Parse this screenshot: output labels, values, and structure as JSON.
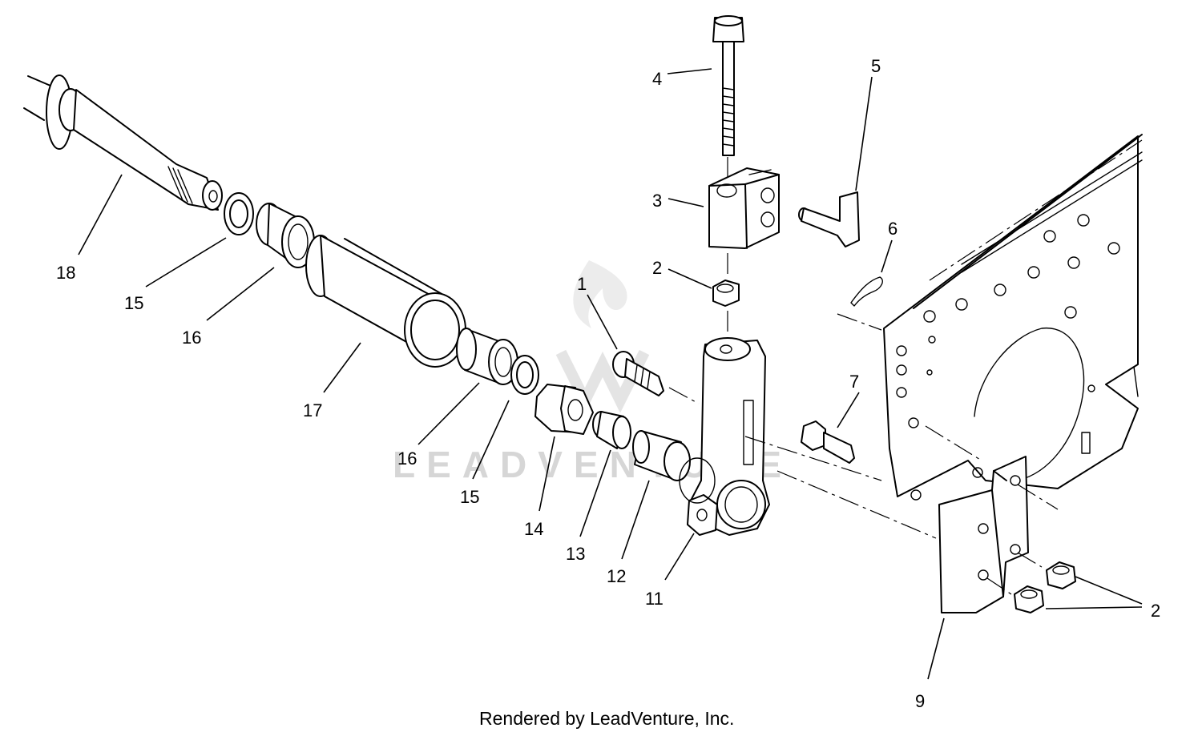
{
  "watermark": {
    "text": "LEADVENTURE",
    "color": "#d6d6d6"
  },
  "footer": {
    "text": "Rendered by LeadVenture, Inc."
  },
  "callouts": [
    {
      "id": "c1",
      "text": "1"
    },
    {
      "id": "c2a",
      "text": "2"
    },
    {
      "id": "c2b",
      "text": "2"
    },
    {
      "id": "c3",
      "text": "3"
    },
    {
      "id": "c4",
      "text": "4"
    },
    {
      "id": "c5",
      "text": "5"
    },
    {
      "id": "c6",
      "text": "6"
    },
    {
      "id": "c7",
      "text": "7"
    },
    {
      "id": "c9",
      "text": "9"
    },
    {
      "id": "c11",
      "text": "11"
    },
    {
      "id": "c12",
      "text": "12"
    },
    {
      "id": "c13",
      "text": "13"
    },
    {
      "id": "c14",
      "text": "14"
    },
    {
      "id": "c15a",
      "text": "15"
    },
    {
      "id": "c15b",
      "text": "15"
    },
    {
      "id": "c16a",
      "text": "16"
    },
    {
      "id": "c16b",
      "text": "16"
    },
    {
      "id": "c17",
      "text": "17"
    },
    {
      "id": "c18",
      "text": "18"
    }
  ]
}
